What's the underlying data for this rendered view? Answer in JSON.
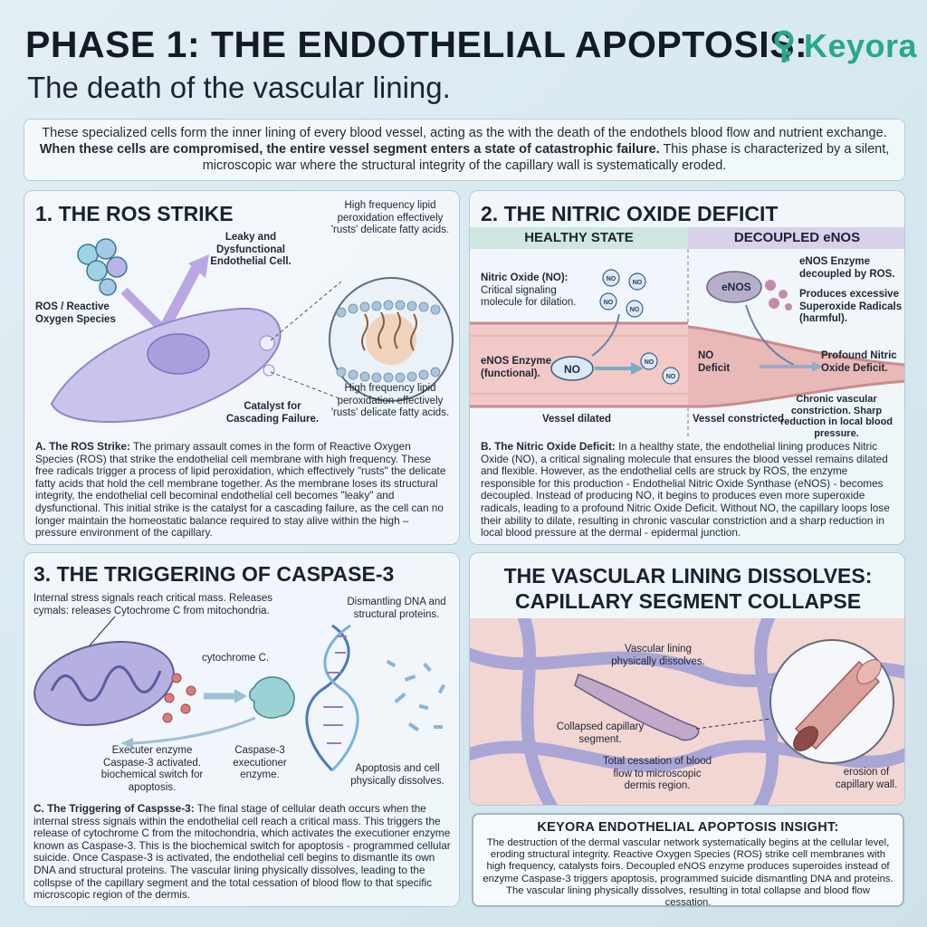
{
  "header": {
    "title": "PHASE 1: THE ENDOTHELIAL APOPTOSIS:",
    "subtitle": "The death of the vascular lining.",
    "logo_text": "Keyora",
    "logo_color": "#2aa889"
  },
  "intro": {
    "text_1": "These specialized cells form the inner lining of every blood vessel, acting as the with the death of the endothels blood flow and nutrient exchange. ",
    "text_bold": "When these cells are compromised, the entire vessel segment enters a state of catastrophic failure.",
    "text_2": " This phase is characterized by a silent, microscopic war where the structural integrity of the capillary wall is systematically eroded."
  },
  "panel1": {
    "title": "1. THE ROS STRIKE",
    "label_leaky": "Leaky and Dysfunctional Endothelial Cell.",
    "label_ros": "ROS / Reactive Oxygen Species",
    "label_catalyst": "Catalyst for Cascading Failure.",
    "label_lipid_top": "High frequency lipid peroxidation effectively 'rusts' delicate fatty acids.",
    "label_lipid_bottom": "High frequency lipid peroxidation effectively 'rusts' delicate fatty acids.",
    "desc_bold": "A. The ROS Strike:",
    "desc": " The primary assault comes in the form of Reactive Oxygen Species (ROS) that strike the endothelial cell membrane with high frequency. These free radicals trigger a process of lipid peroxidation, which effectively \"rusts\" the delicate fatty acids that hold the cell membrane together. As the membrane loses its structural integrity, the endothelial cell becominal endothelial cell becomes \"leaky\" and dysfunctional. This initial strike is the catalyst for a cascading failure, as the cell can no longer maintain the homeostatic balance required to stay alive within the high – pressure environment of the capillary."
  },
  "panel2": {
    "title": "2. THE NITRIC OXIDE DEFICIT",
    "healthy_header": "HEALTHY STATE",
    "decoupled_header": "DECOUPLED eNOS",
    "label_no_bold": "Nitric Oxide (NO):",
    "label_no": "Critical signaling molecule for dilation.",
    "label_enos_functional": "eNOS Enzyme (functional).",
    "no_bubble": "NO",
    "label_vessel_dilated": "Vessel dilated",
    "enos_blob": "eNOS",
    "label_enos_decoupled": "eNOS Enzyme decoupled by ROS.",
    "label_superoxide": "Produces excessive Superoxide Radicals (harmful).",
    "label_no_deficit": "NO Deficit",
    "label_profound": "Profound Nitric Oxide Deficit.",
    "label_chronic": "Chronic vascular constriction. Sharp reduction in local blood pressure.",
    "label_vessel_constricted": "Vessel constricted",
    "desc_bold": "B. The Nitric Oxide Deficit:",
    "desc": " In a healthy state, the endothelial lining produces Nitric Oxide (NO), a critical signaling molecule that ensures the blood vessel remains dilated and flexible. However, as the endothelial cells are struck by ROS, the enzyme responsible for this production - Endothelial Nitric Oxide Synthase (eNOS) - becomes decoupled. Instead of producing NO, it begins to produces even more superoxide radicals, leading to a profound Nitric Oxide Deficit. Without NO, the capillary loops lose their ability to dilate, resulting in chronic vascular constriction and a sharp reduction in local blood pressure at the dermal - epidermal junction."
  },
  "panel3": {
    "title": "3. THE TRIGGERING OF CASPASE-3",
    "label_stress": "Internal stress signals reach critical mass. Releases cymals: releases Cytochrome C from mitochondria.",
    "label_dismantling": "Dismantling DNA and structural proteins.",
    "label_cytochrome": "cytochrome C.",
    "label_executer": "Executer enzyme Caspase-3 activated. biochemical switch for apoptosis.",
    "label_caspase": "Caspase-3 executioner enzyme.",
    "label_apoptosis": "Apoptosis and cell physically dissolves.",
    "desc_bold": "C. The Triggering of Caspsse-3:",
    "desc": " The final stage of cellular death occurs when the internal stress signals within the endothelial cell reach a critical mass. This triggers the release of cytochrome C from the mitochondria, which activates the executioner enzyme known as Caspase-3. This is the biochemical switch for apoptosis - programmed cellular suicide. Once Caspase-3 is activated, the endothelial cell begins to dismantle its own DNA and structural proteins. The vascular lining physically dissolves, leading to the collspse of the capillary segment and the total cessation of blood flow to that specific microscopic region of the dermis."
  },
  "panel4": {
    "title_line1": "THE VASCULAR LINING DISSOLVES:",
    "title_line2": "CAPILLARY SEGMENT COLLAPSE",
    "label_dissolves": "Vascular lining physically dissolves.",
    "label_collapsed": "Collapsed capillary segment.",
    "label_cessation": "Total cessation of blood flow to microscopic dermis region.",
    "label_erosion": "erosion of capillary wall."
  },
  "insight": {
    "title": "KEYORA ENDOTHELIAL APOPTOSIS INSIGHT:",
    "body": "The destruction of the dermal vascular network systematically begins at the cellular level, eroding structural integrity. Reactive Oxygen Species (ROS) strike cell membranes with high frequency, catalysts foirs. Decoupled eNOS enzyme produces superoides instead of enzyme Caspase-3 triggers apoptosis, programmed suicide dismantling DNA and proteins. The vascular lining physically dissolves, resulting in total collapse and blood flow cessation."
  },
  "colors": {
    "healthy_band": "#cfe7e0",
    "decoupled_band": "#d9d0ea",
    "vessel": "#f2c9c6",
    "cell": "#c9c3ea"
  }
}
